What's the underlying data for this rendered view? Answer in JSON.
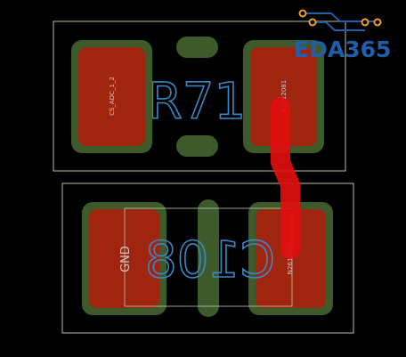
{
  "logo": {
    "text": "EDA365",
    "color": "#1f5fa8",
    "trace_color": "#1f5fa8",
    "node_color": "#f0a020"
  },
  "colors": {
    "background": "#000000",
    "outline": "#b8c0a0",
    "pad_ring": "#3f5a2a",
    "pad_fill": "#a0250f",
    "trace": "#e00e0e",
    "designator": "#3a88c8",
    "pad_label": "#c8c8c8"
  },
  "components": {
    "r71": {
      "designator": "R71",
      "pad1_net": "CS_ADC_1_2",
      "pad2_net": "N2612081"
    },
    "c108": {
      "designator": "C108",
      "pad1_net": "GND",
      "pad2_net": "N2612081"
    }
  }
}
